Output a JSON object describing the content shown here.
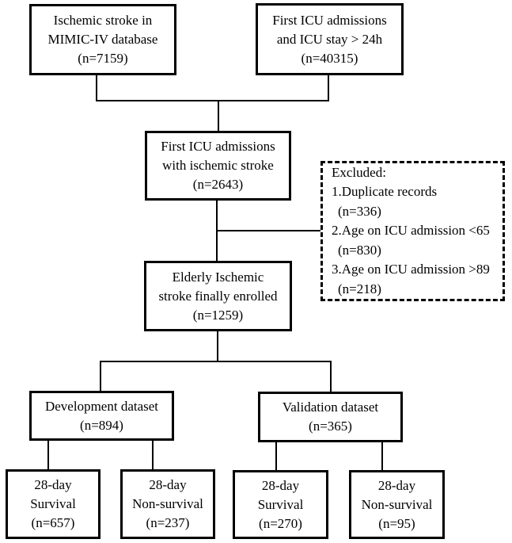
{
  "figure": {
    "type": "study-flow-diagram",
    "background_color": "#ffffff",
    "line_color": "#000000",
    "text_color": "#000000"
  },
  "boxes": {
    "ischemic_stroke": {
      "lines": [
        "Ischemic stroke in",
        "MIMIC-IV database",
        "(n=7159)"
      ]
    },
    "first_icu": {
      "lines": [
        "First ICU admissions",
        "and ICU stay > 24h",
        "(n=40315)"
      ]
    },
    "first_icu_stroke": {
      "lines": [
        "First ICU admissions",
        "with ischemic stroke",
        "(n=2643)"
      ]
    },
    "excluded": {
      "lines": [
        "Excluded:",
        "1.Duplicate records",
        "(n=336)",
        "2.Age on ICU admission <65",
        "(n=830)",
        "3.Age on ICU admission >89",
        "(n=218)"
      ]
    },
    "elderly_enrolled": {
      "lines": [
        "Elderly Ischemic",
        "stroke finally enrolled",
        "(n=1259)"
      ]
    },
    "development": {
      "lines": [
        "Development dataset",
        "(n=894)"
      ]
    },
    "validation": {
      "lines": [
        "Validation dataset",
        "(n=365)"
      ]
    },
    "dev_survival": {
      "lines": [
        "28-day",
        "Survival",
        "(n=657)"
      ]
    },
    "dev_nonsurvival": {
      "lines": [
        "28-day",
        "Non-survival",
        "(n=237)"
      ]
    },
    "val_survival": {
      "lines": [
        "28-day",
        "Survival",
        "(n=270)"
      ]
    },
    "val_nonsurvival": {
      "lines": [
        "28-day",
        "Non-survival",
        "(n=95)"
      ]
    }
  }
}
